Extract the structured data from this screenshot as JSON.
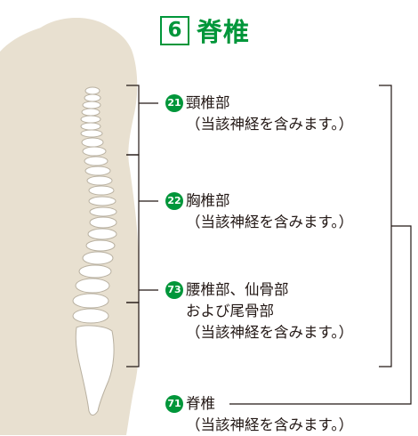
{
  "title": {
    "number": "6",
    "text": "脊椎"
  },
  "items": [
    {
      "badge": "21",
      "lines": [
        "頸椎部",
        "（当該神経を含みます。）"
      ]
    },
    {
      "badge": "22",
      "lines": [
        "胸椎部",
        "（当該神経を含みます。）"
      ]
    },
    {
      "badge": "73",
      "lines": [
        "腰椎部、仙骨部",
        "および尾骨部",
        "（当該神経を含みます。）"
      ]
    },
    {
      "badge": "71",
      "lines": [
        "脊椎",
        "（当該神経を含みます。）"
      ]
    }
  ],
  "colors": {
    "accent": "#00963a",
    "silhouette": "#e8e0d0",
    "line": "#231815"
  }
}
